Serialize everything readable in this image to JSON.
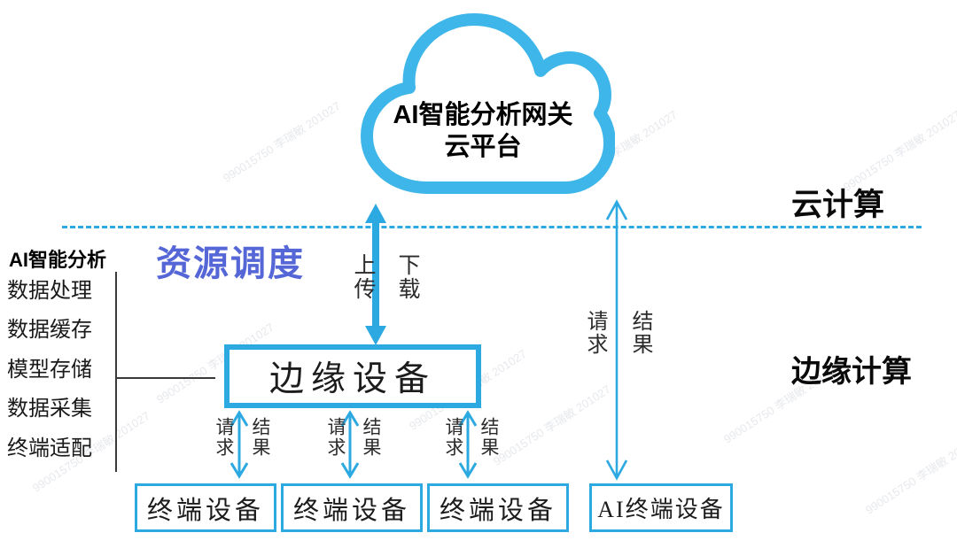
{
  "cloud": {
    "title_line1": "AI智能分析网关",
    "title_line2": "云平台"
  },
  "zones": {
    "cloud_zone": "云计算",
    "edge_zone": "边缘计算"
  },
  "scheduler_label": "资源调度",
  "left_panel": {
    "header": "AI智能分析",
    "items": [
      "数据处理",
      "数据缓存",
      "模型存储",
      "数据采集",
      "终端适配"
    ]
  },
  "edge_box_label": "边缘设备",
  "cloud_edge_link": {
    "up": "上传",
    "down": "下载"
  },
  "ai_terminal_link": {
    "request": "请求",
    "result": "结果"
  },
  "terminal_links": [
    {
      "request": "请求",
      "result": "结果"
    },
    {
      "request": "请求",
      "result": "结果"
    },
    {
      "request": "请求",
      "result": "结果"
    }
  ],
  "terminals": [
    "终端设备",
    "终端设备",
    "终端设备",
    "AI终端设备"
  ],
  "watermark": {
    "text": "990015750 李瑞敏 201027"
  },
  "colors": {
    "diagram_blue": "#2CA9E1",
    "cloud_stroke": "#3FB6E9",
    "scheduler_text": "#5566D6",
    "text_black": "#111111"
  }
}
